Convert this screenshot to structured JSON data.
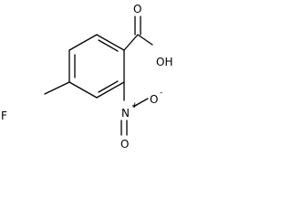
{
  "molecule": {
    "labels": {
      "carbonyl_oxygen": "O",
      "hydroxyl": "OH",
      "fluorine": "F",
      "nitro_nitrogen": "N",
      "nitro_plus": "+",
      "nitro_oxygen_top": "O",
      "nitro_oxygen_bottom": "O",
      "nitro_minus": "-"
    },
    "colors": {
      "bond": "#000000",
      "text": "#000000",
      "background": "#ffffff"
    }
  }
}
